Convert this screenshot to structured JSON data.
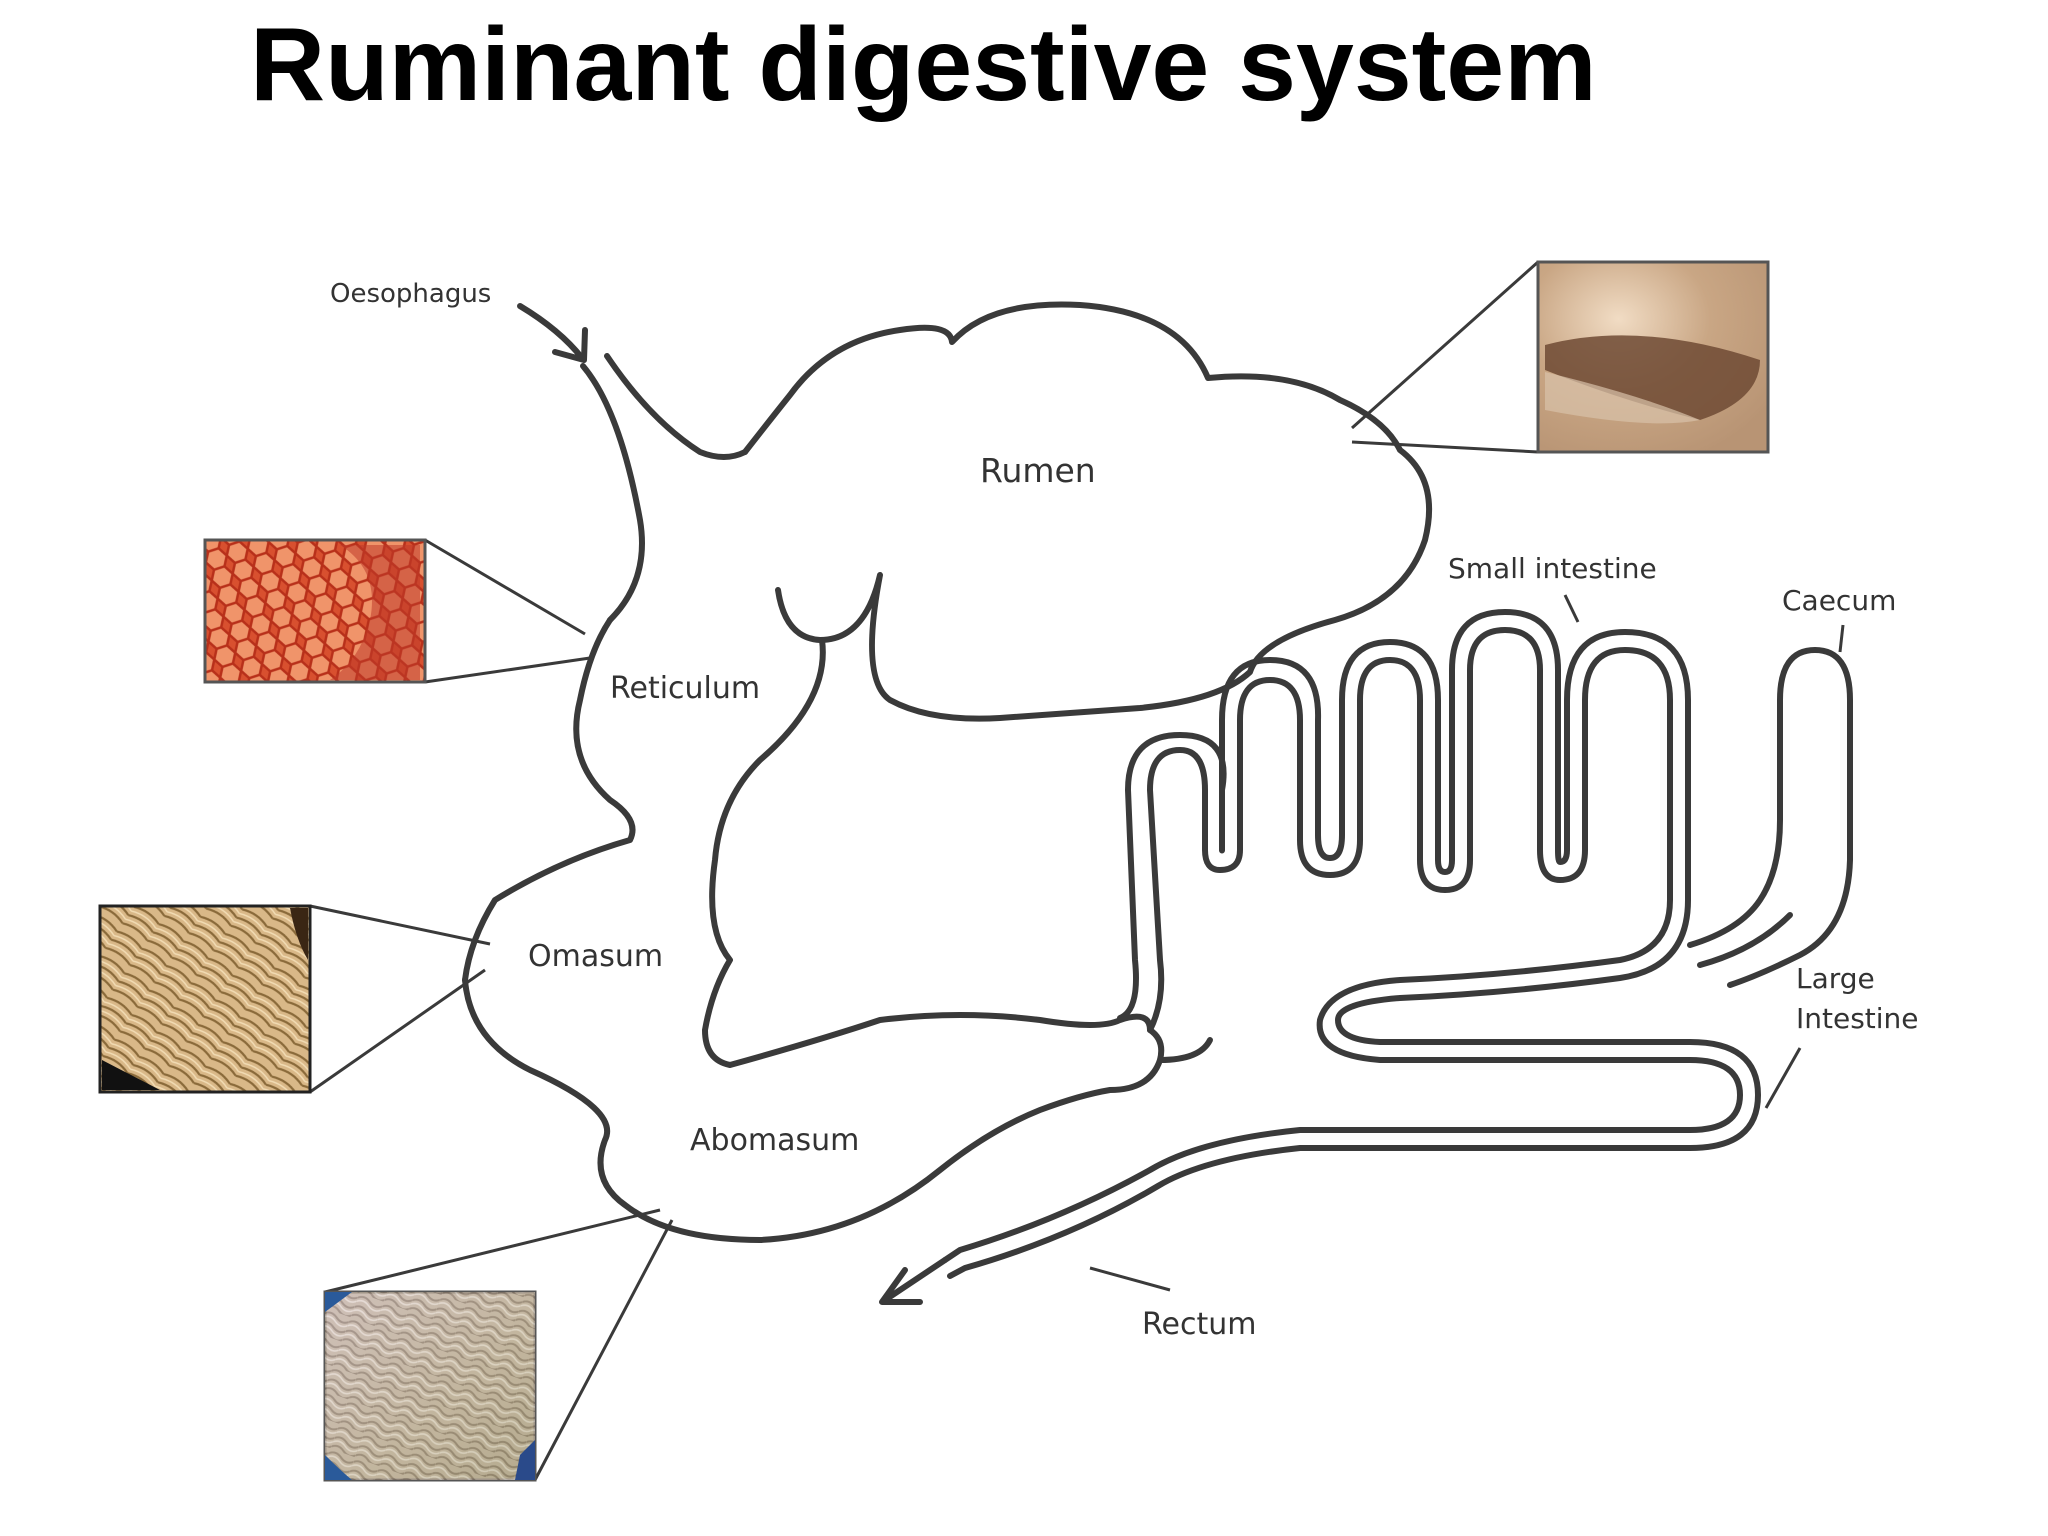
{
  "title": "Ruminant digestive system",
  "labels": {
    "oesophagus": "Oesophagus",
    "rumen": "Rumen",
    "reticulum": "Reticulum",
    "omasum": "Omasum",
    "abomasum": "Abomasum",
    "small_intestine": "Small intestine",
    "caecum": "Caecum",
    "large_intestine_line1": "Large",
    "large_intestine_line2": "Intestine",
    "rectum": "Rectum"
  },
  "colors": {
    "outline": "#3a3a3a",
    "text": "#333333",
    "background": "#ffffff"
  },
  "photos": {
    "rumen": "rumen-tissue-photo",
    "reticulum": "reticulum-honeycomb-photo",
    "omasum": "omasum-folds-photo",
    "abomasum": "abomasum-lining-photo"
  }
}
